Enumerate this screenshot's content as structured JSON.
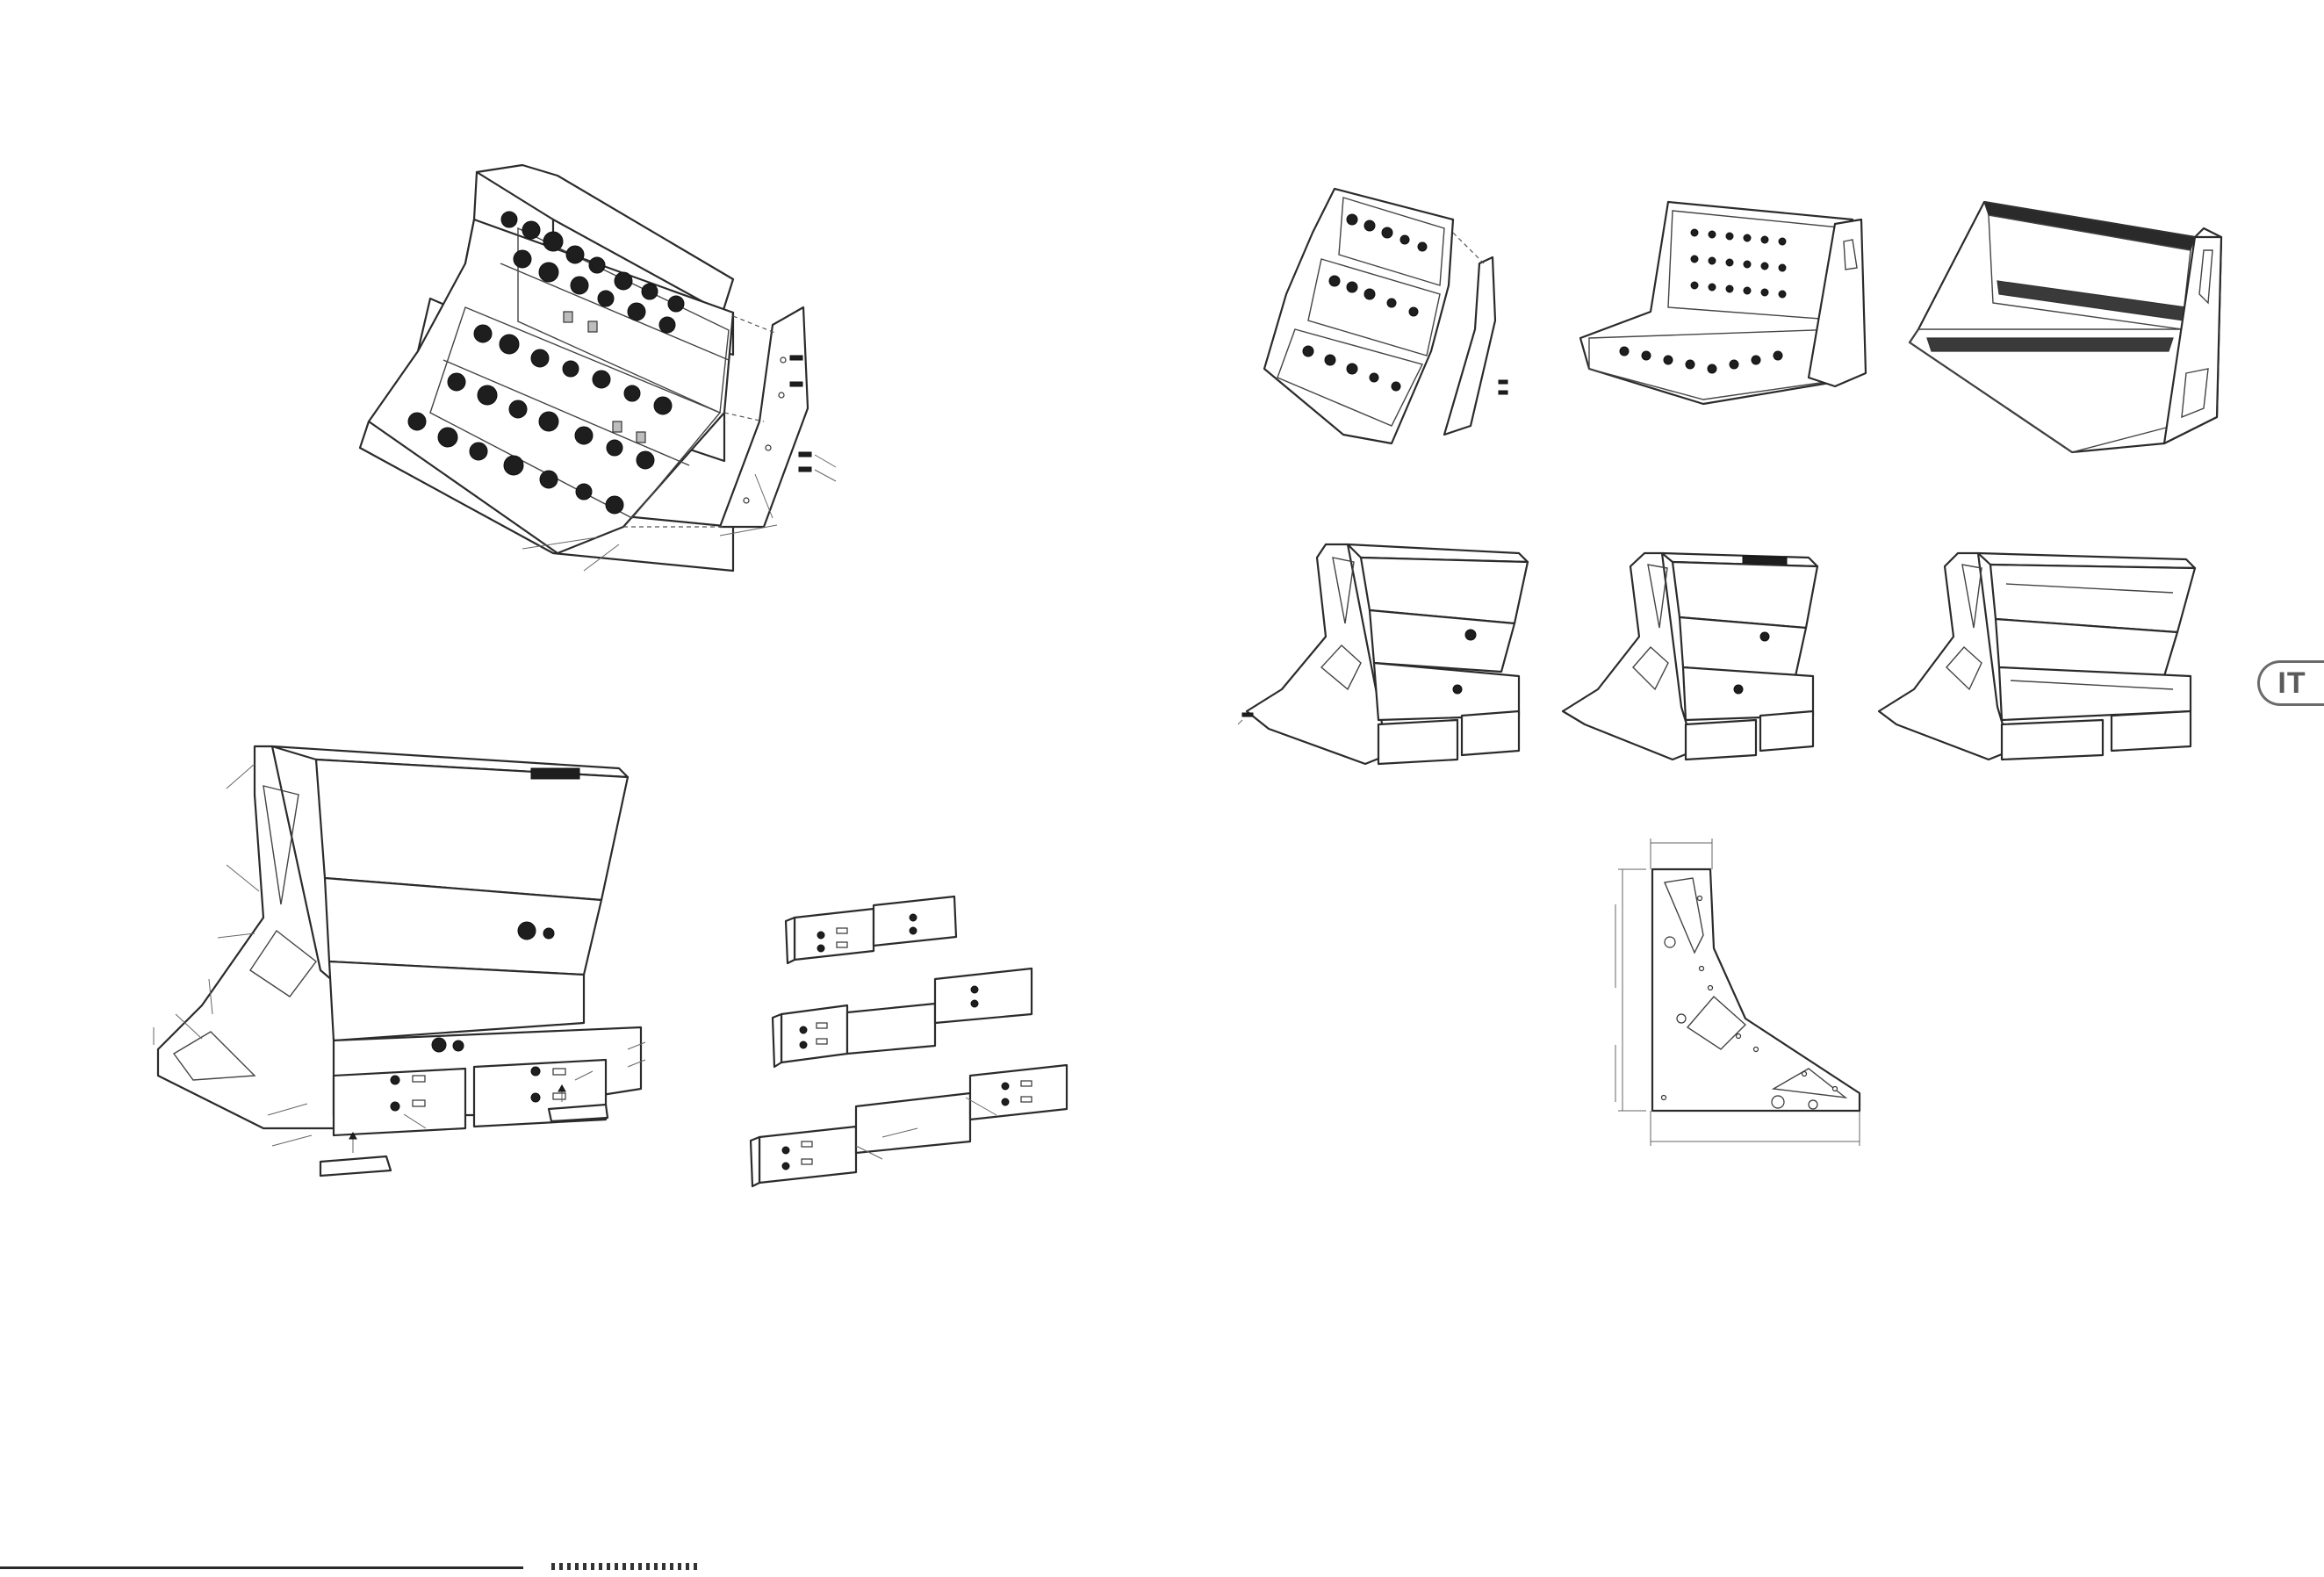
{
  "page": {
    "language_tab": "IT"
  },
  "figures": {
    "left_top": {
      "name": "synth-assembly-exploded"
    },
    "left_bottom": {
      "name": "rack-frame-assembly"
    },
    "left_rails": {
      "name": "rail-extension-sets"
    },
    "right_row1": [
      {
        "name": "assembled-synth-3tier-a"
      },
      {
        "name": "assembled-synth-grid"
      },
      {
        "name": "empty-3tier-case"
      }
    ],
    "right_row2": [
      {
        "name": "frame-2tier-side-a"
      },
      {
        "name": "frame-2tier-side-b"
      },
      {
        "name": "frame-2tier-side-c"
      }
    ],
    "right_bottom": {
      "name": "side-panel-dimensions"
    }
  },
  "colors": {
    "line": "#2b2b2b",
    "badge_border": "#6b6b6b",
    "badge_text": "#5a5a5a"
  }
}
